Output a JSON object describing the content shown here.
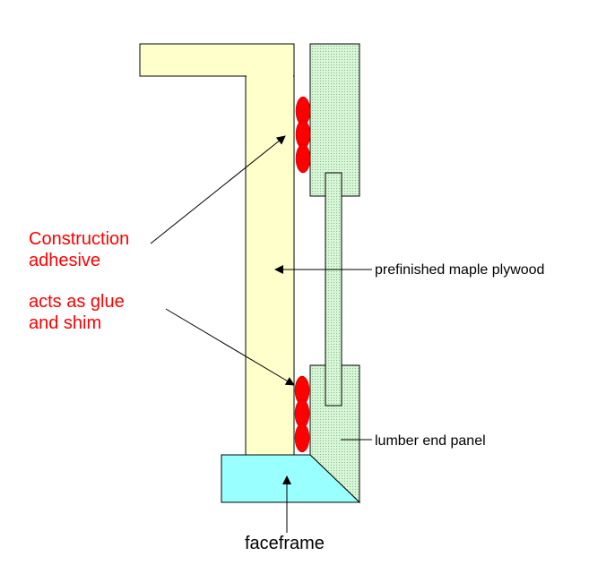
{
  "labels": {
    "adhesive_line1": "Construction",
    "adhesive_line2": "adhesive",
    "glue_line1": "acts as glue",
    "glue_line2": "and shim",
    "plywood": "prefinished maple plywood",
    "lumber": "lumber end panel",
    "faceframe": "faceframe"
  },
  "colors": {
    "plywood": "#ffffcc",
    "lumber": "#ccf0cc",
    "faceframe": "#99ffff",
    "adhesive": "#ff0000",
    "callout_text": "#ff0000"
  }
}
